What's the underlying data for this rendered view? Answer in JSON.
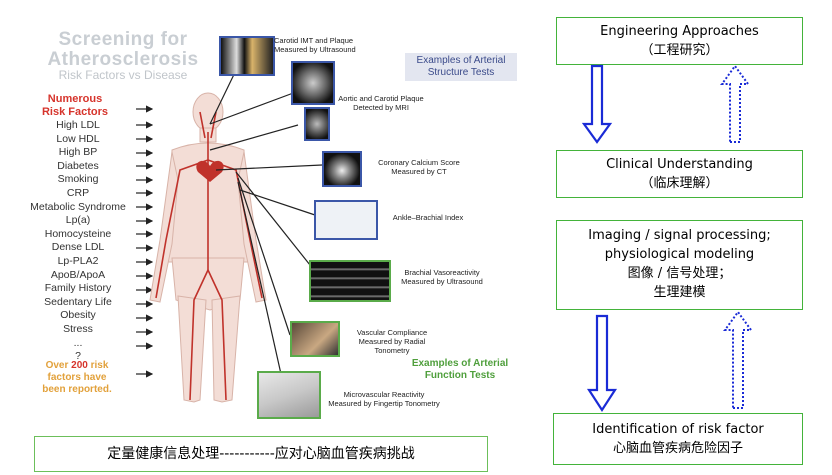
{
  "infographic": {
    "title_line1": "Screening for",
    "title_line2": "Atherosclerosis",
    "subtitle": "Risk Factors vs Disease",
    "risk_head_1": "Numerous",
    "risk_head_2": "Risk Factors",
    "risk_factors": [
      "High LDL",
      "Low HDL",
      "High BP",
      "Diabetes",
      "Smoking",
      "CRP",
      "Metabolic Syndrome",
      "Lp(a)",
      "Homocysteine",
      "Dense LDL",
      "Lp-PLA2",
      "ApoB/ApoA",
      "Family History",
      "Sedentary Life",
      "Obesity",
      "Stress",
      "...",
      "?"
    ],
    "footer_line1_a": "Over ",
    "footer_line1_b": "200",
    "footer_line1_c": " risk",
    "footer_line2": "factors have",
    "footer_line3": "been reported.",
    "structure_tag": "Examples of Arterial Structure Tests",
    "function_tag": "Examples of Arterial Function Tests",
    "tests": [
      {
        "caption": "Carotid IMT and Plaque Measured by Ultrasound"
      },
      {
        "caption": "Aortic and Carotid Plaque Detected by MRI"
      },
      {
        "caption": "Coronary Calcium Score Measured by CT"
      },
      {
        "caption": "Ankle–Brachial Index"
      },
      {
        "caption": "Brachial Vasoreactivity Measured by Ultrasound"
      },
      {
        "caption": "Vascular Compliance Measured by Radial Tonometry"
      },
      {
        "caption": "Microvascular Reactivity Measured by Fingertip Tonometry"
      }
    ]
  },
  "bottom_caption": "定量健康信息处理-----------应对心脑血管疾病挑战",
  "flow": {
    "box1_en": "Engineering Approaches",
    "box1_cn": "（工程研究）",
    "box2_en": "Clinical Understanding",
    "box2_cn": "（临床理解）",
    "box3_line1": "Imaging / signal processing;",
    "box3_line2": "physiological modeling",
    "box3_line3": "图像 / 信号处理；",
    "box3_line4": "生理建模",
    "box4_en": "Identification of risk factor",
    "box4_cn": "心脑血管疾病危险因子"
  },
  "colors": {
    "arrow_blue": "#1a2bd6",
    "box_green": "#43b33a",
    "risk_red": "#d6342c",
    "footer_orange": "#e2a13b"
  }
}
